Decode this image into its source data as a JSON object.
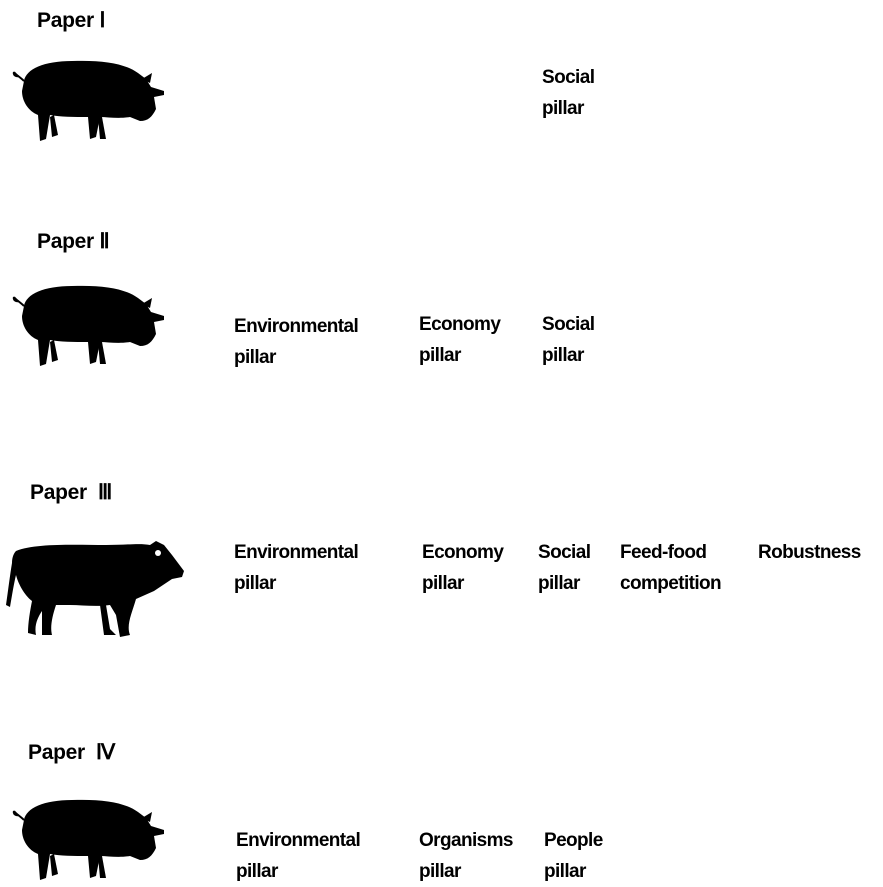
{
  "papers": [
    {
      "title": "Paper Ⅰ",
      "animal": "pig-silhouette-icon",
      "pillars": [
        "Social\npillar"
      ]
    },
    {
      "title": "Paper Ⅱ",
      "animal": "pig-silhouette-icon",
      "pillars": [
        "Environmental\npillar",
        "Economy\npillar",
        "Social\npillar"
      ]
    },
    {
      "title": "Paper  Ⅲ",
      "animal": "bull-silhouette-icon",
      "pillars": [
        "Environmental\npillar",
        "Economy\npillar",
        "Social\npillar",
        "Feed-food\ncompetition",
        "Robustness"
      ]
    },
    {
      "title": "Paper  Ⅳ",
      "animal": "pig-silhouette-icon",
      "pillars": [
        "Environmental\npillar",
        "Organisms\npillar",
        "People\npillar"
      ]
    }
  ]
}
